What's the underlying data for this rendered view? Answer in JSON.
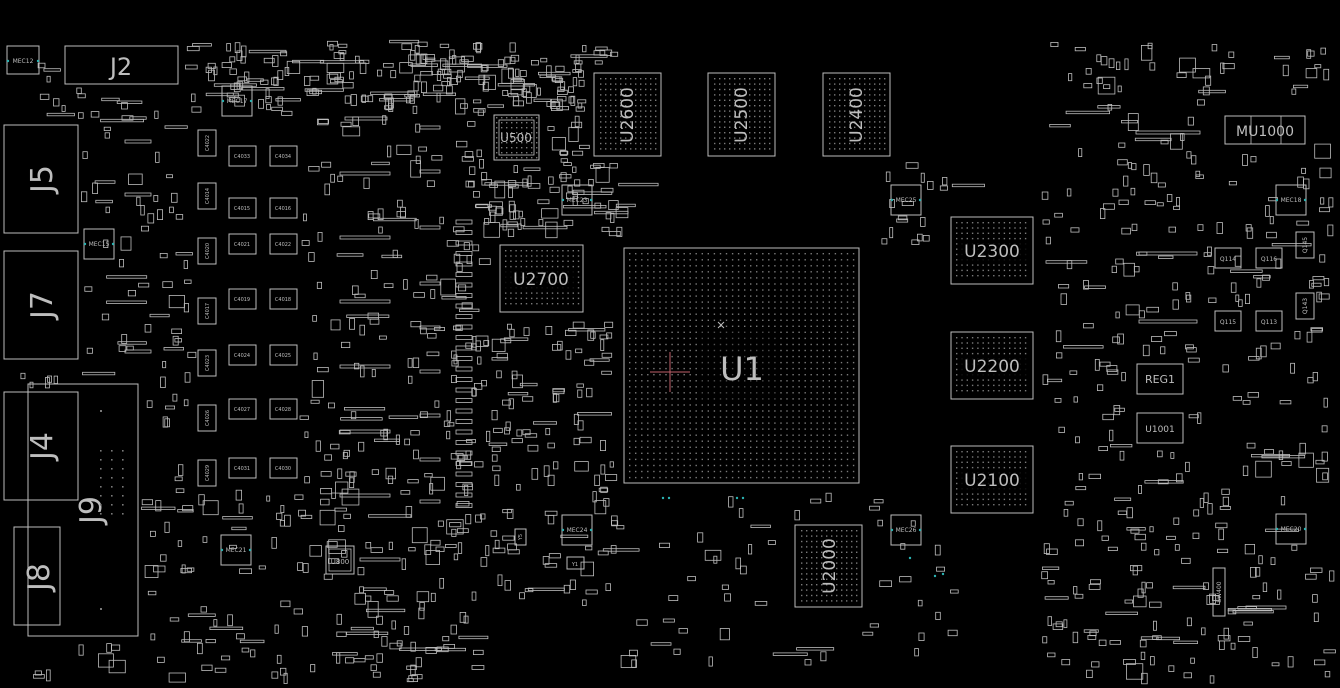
{
  "board": {
    "background": "#000000",
    "outline_color": "#bdbdbd",
    "highlight_color": "#2bb3b3",
    "marker_color": "#c0606a"
  },
  "labels": {
    "j2": "J2",
    "j5": "J5",
    "j7": "J7",
    "j4": "J4",
    "j9": "J9",
    "j8": "J8",
    "u1": "U1",
    "u2600": "U2600",
    "u2500": "U2500",
    "u2400": "U2400",
    "u2700": "U2700",
    "u2300": "U2300",
    "u2200": "U2200",
    "u2100": "U2100",
    "u2000": "U2000",
    "u500": "U500",
    "u800": "U800",
    "mu1000": "MU1000",
    "reg1": "REG1",
    "u1001": "U1001",
    "sw400": "SW400",
    "y5": "Y5",
    "y1": "Y1",
    "mec12": "MEC12",
    "mec17": "MEC17",
    "mec15": "MEC15",
    "mec21": "MEC21",
    "mec23": "MEC23",
    "mec25": "MEC25",
    "mec24": "MEC24",
    "mec26": "MEC26",
    "mec18": "MEC18",
    "mec20": "MEC20",
    "q114": "Q114",
    "q116": "Q116",
    "q115": "Q115",
    "q113": "Q113",
    "q145": "Q145",
    "q143": "Q143",
    "c4022": "C4022",
    "c4033": "C4033",
    "c4034": "C4034",
    "c4014": "C4014",
    "c4015": "C4015",
    "c4016": "C4016",
    "c4020": "C4020",
    "c4021": "C4021",
    "c4022b": "C4022",
    "c4017": "C4017",
    "c4019": "C4019",
    "c4018": "C4018",
    "c4023": "C4023",
    "c4024": "C4024",
    "c4025": "C4025",
    "c4026": "C4026",
    "c4027": "C4027",
    "c4028": "C4028",
    "c4029": "C4029",
    "c4031": "C4031",
    "c4030": "C4030"
  }
}
